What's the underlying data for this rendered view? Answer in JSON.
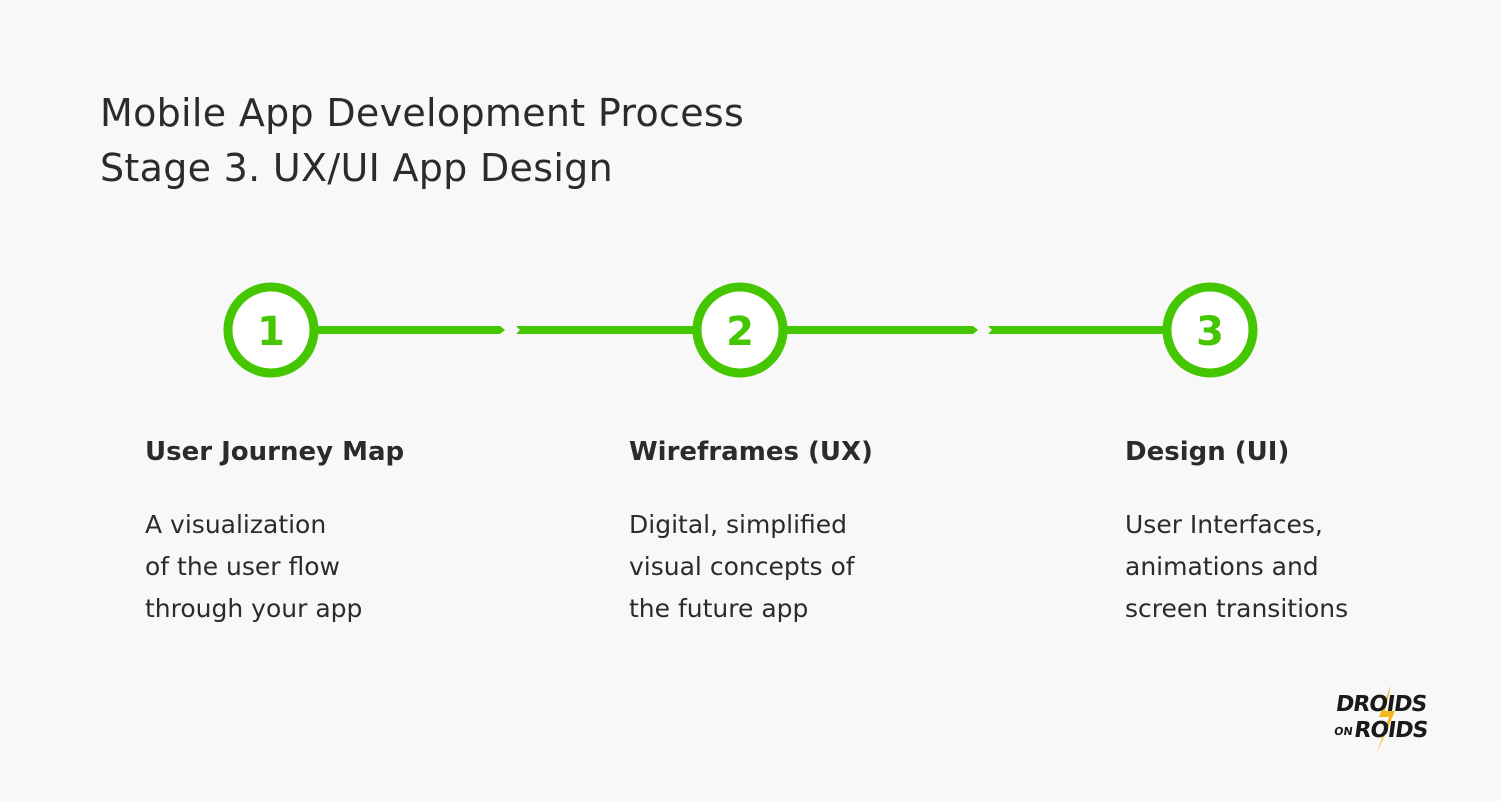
{
  "title": {
    "line1": "Mobile App Development Process",
    "line2": "Stage 3. UX/UI App Design"
  },
  "accent_color": "#44c600",
  "steps": [
    {
      "number": "1",
      "heading": "User Journey Map",
      "description": "A visualization\nof the user flow\nthrough your app"
    },
    {
      "number": "2",
      "heading": "Wireframes (UX)",
      "description": "Digital, simplified\nvisual concepts of\nthe future app"
    },
    {
      "number": "3",
      "heading": "Design (UI)",
      "description": "User Interfaces,\nanimations and\nscreen transitions"
    }
  ],
  "logo": {
    "text_top": "DROIDS",
    "text_bottom_left": "ON",
    "text_bottom_right": "ROIDS"
  }
}
